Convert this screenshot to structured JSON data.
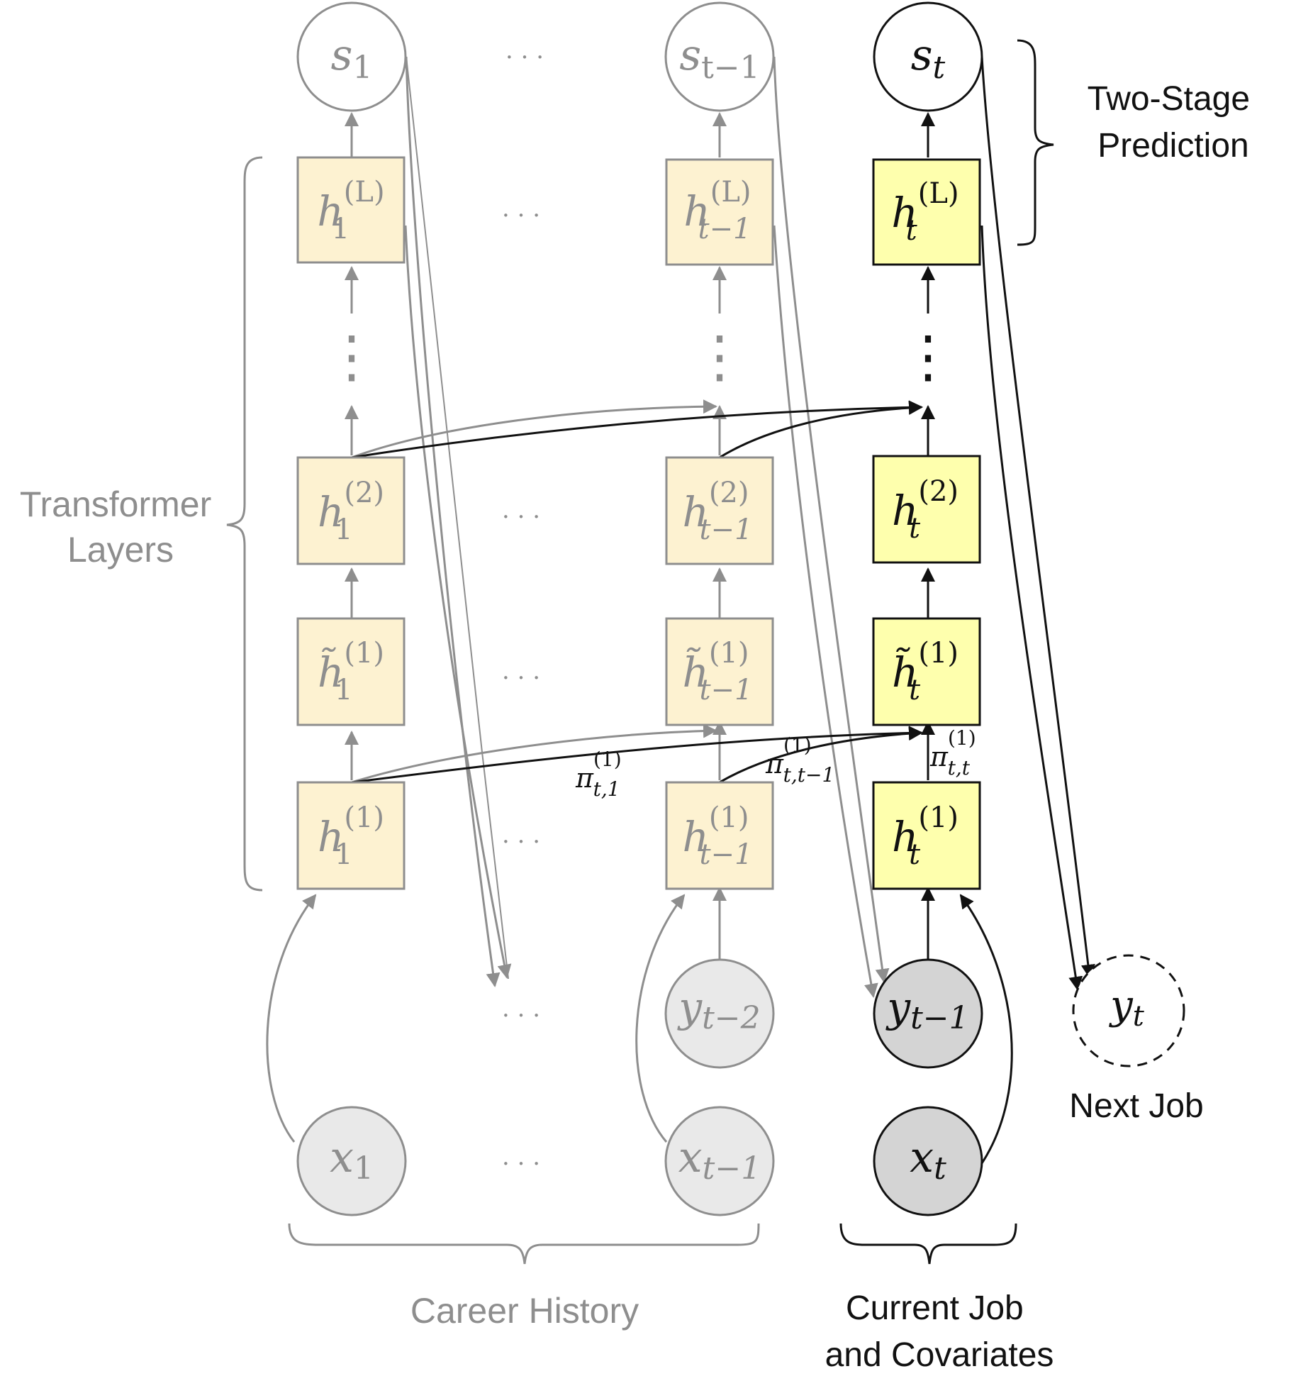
{
  "labels": {
    "transformer_layers": [
      "Transformer",
      "Layers"
    ],
    "two_stage_prediction": [
      "Two-Stage",
      "Prediction"
    ],
    "career_history": "Career History",
    "current_job": [
      "Current Job",
      "and Covariates"
    ],
    "next_job": "Next Job"
  },
  "ellipsis": "· · ·",
  "vdots": "⋮",
  "nodes": {
    "s_1": {
      "base": "s",
      "sub": "1"
    },
    "s_tm1": {
      "base": "s",
      "sub": "t−1"
    },
    "s_t": {
      "base": "s",
      "sub": "t"
    },
    "hL_1": {
      "base": "h",
      "sub": "1",
      "sup": "(L)"
    },
    "hL_tm1": {
      "base": "h",
      "sub": "t−1",
      "sup": "(L)"
    },
    "hL_t": {
      "base": "h",
      "sub": "t",
      "sup": "(L)"
    },
    "h2_1": {
      "base": "h",
      "sub": "1",
      "sup": "(2)"
    },
    "h2_tm1": {
      "base": "h",
      "sub": "t−1",
      "sup": "(2)"
    },
    "h2_t": {
      "base": "h",
      "sub": "t",
      "sup": "(2)"
    },
    "ht1_1": {
      "base": "h̃",
      "sub": "1",
      "sup": "(1)"
    },
    "ht1_tm1": {
      "base": "h̃",
      "sub": "t−1",
      "sup": "(1)"
    },
    "ht1_t": {
      "base": "h̃",
      "sub": "t",
      "sup": "(1)"
    },
    "h1_1": {
      "base": "h",
      "sub": "1",
      "sup": "(1)"
    },
    "h1_tm1": {
      "base": "h",
      "sub": "t−1",
      "sup": "(1)"
    },
    "h1_t": {
      "base": "h",
      "sub": "t",
      "sup": "(1)"
    },
    "y_tm2": {
      "base": "y",
      "sub": "t−2"
    },
    "y_tm1": {
      "base": "y",
      "sub": "t−1"
    },
    "y_t": {
      "base": "y",
      "sub": "t"
    },
    "x_1": {
      "base": "x",
      "sub": "1"
    },
    "x_tm1": {
      "base": "x",
      "sub": "t−1"
    },
    "x_t": {
      "base": "x",
      "sub": "t"
    }
  },
  "attention_weights": {
    "pi_t1": {
      "base": "π",
      "sub": "t,1",
      "sup": "(1)"
    },
    "pi_ttm1": {
      "base": "π",
      "sub": "t,t−1",
      "sup": "(1)"
    },
    "pi_tt": {
      "base": "π",
      "sub": "t,t",
      "sup": "(1)"
    }
  },
  "colors": {
    "gray": "#8e8e8e",
    "black": "#111111",
    "box_faded": "#fdf2d1",
    "box_current": "#feffad",
    "circle_faded": "#e9e9e9",
    "circle_current": "#d4d4d4"
  }
}
